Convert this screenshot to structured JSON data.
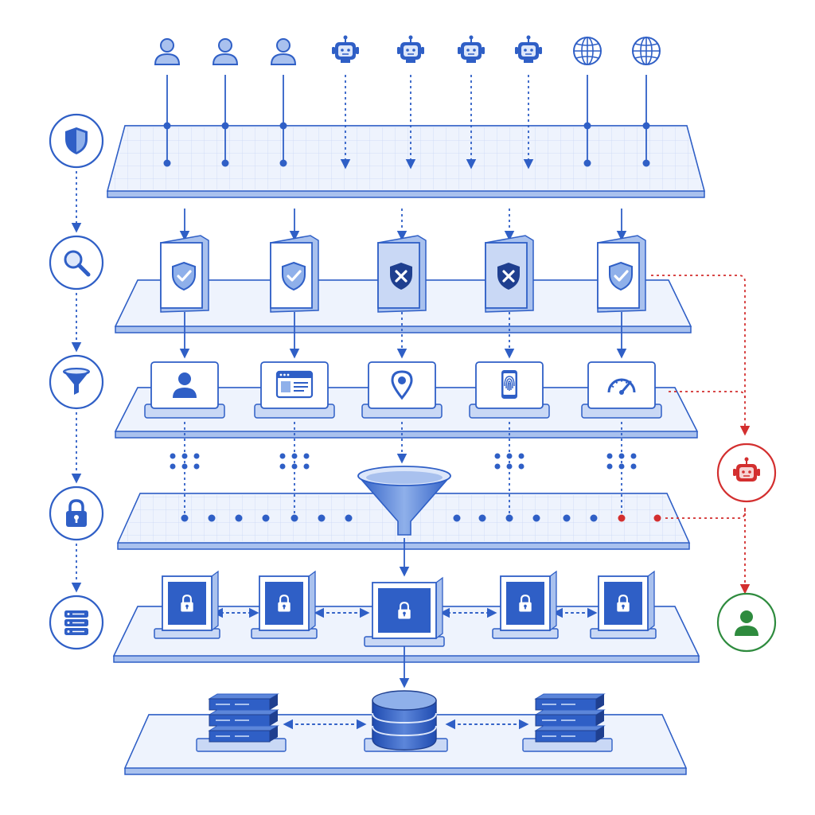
{
  "diagram": {
    "type": "layered-security-architecture",
    "labels": []
  },
  "colors": {
    "primary": "#2F5FC6",
    "light": "#EEF3FD",
    "mid": "#C9D8F5",
    "deny": "#D32F2F",
    "allow": "#2E8B3E"
  },
  "sources": [
    {
      "icon": "user-icon"
    },
    {
      "icon": "user-icon"
    },
    {
      "icon": "user-icon"
    },
    {
      "icon": "robot-icon"
    },
    {
      "icon": "robot-icon"
    },
    {
      "icon": "robot-icon"
    },
    {
      "icon": "robot-icon"
    },
    {
      "icon": "globe-icon"
    },
    {
      "icon": "globe-icon"
    }
  ],
  "stages": [
    {
      "icon": "shield-icon"
    },
    {
      "icon": "magnifier-icon"
    },
    {
      "icon": "funnel-icon"
    },
    {
      "icon": "padlock-icon"
    },
    {
      "icon": "database-icon"
    }
  ],
  "verification": [
    {
      "result": "allow",
      "icon": "shield-check-icon"
    },
    {
      "result": "allow",
      "icon": "shield-check-icon"
    },
    {
      "result": "block",
      "icon": "shield-x-icon"
    },
    {
      "result": "block",
      "icon": "shield-x-icon"
    },
    {
      "result": "allow",
      "icon": "shield-check-icon"
    }
  ],
  "signals": [
    {
      "icon": "user-profile-icon"
    },
    {
      "icon": "browser-window-icon"
    },
    {
      "icon": "location-pin-icon"
    },
    {
      "icon": "fingerprint-phone-icon"
    },
    {
      "icon": "speedometer-icon"
    }
  ],
  "vaults": [
    {
      "icon": "locked-vault-icon"
    },
    {
      "icon": "locked-vault-icon"
    },
    {
      "icon": "locked-vault-icon"
    },
    {
      "icon": "locked-vault-icon"
    },
    {
      "icon": "locked-vault-icon"
    }
  ],
  "storage": [
    {
      "icon": "server-rack-icon"
    },
    {
      "icon": "database-cylinder-icon"
    },
    {
      "icon": "server-rack-icon"
    }
  ],
  "outcomes": [
    {
      "result": "blocked-bot",
      "icon": "robot-icon"
    },
    {
      "result": "verified-user",
      "icon": "user-icon"
    }
  ]
}
